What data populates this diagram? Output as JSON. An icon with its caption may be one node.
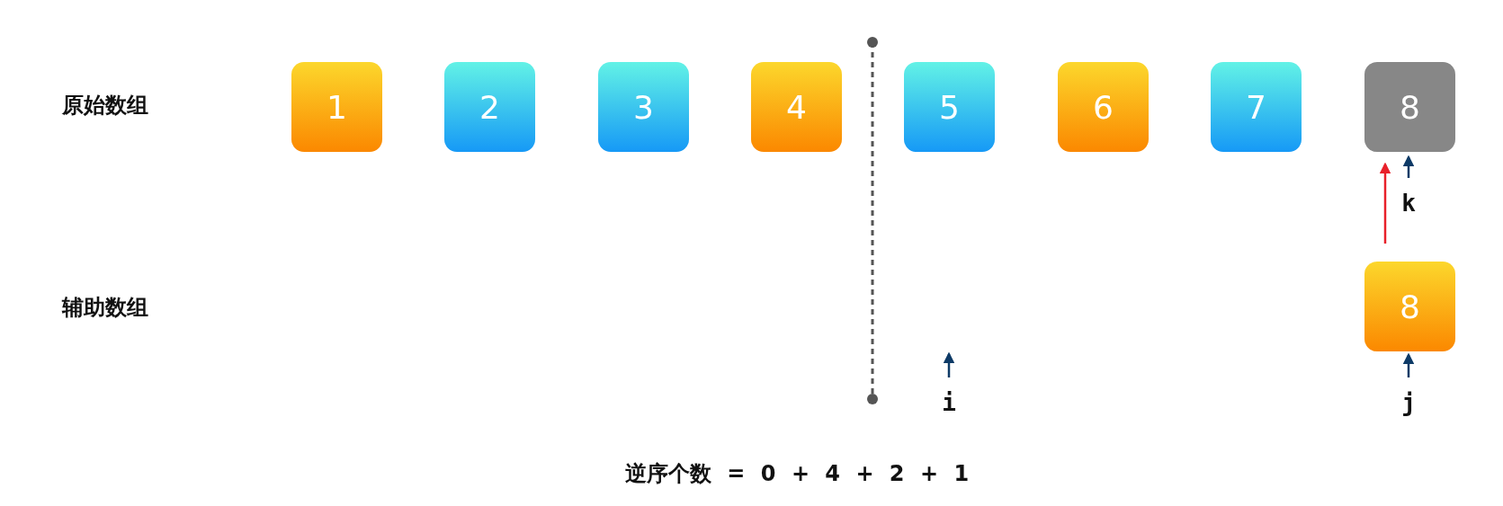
{
  "diagram": {
    "nodes": [
      {
        "text": [
          "1"
        ]
      },
      {
        "text": [
          "2"
        ]
      },
      {
        "text": [
          "3"
        ]
      },
      {
        "text": [
          "4"
        ]
      },
      {
        "text": [
          "5"
        ]
      },
      {
        "text": [
          "6"
        ]
      },
      {
        "text": [
          "7"
        ]
      },
      {
        "text": [
          "8"
        ]
      },
      {
        "text": [
          "8"
        ]
      },
      {
        "text": [
          "k"
        ]
      },
      {
        "text": [
          "i"
        ]
      },
      {
        "text": [
          "j"
        ]
      }
    ],
    "edges": [
      {
        "from": 8,
        "to": 7,
        "arrow": "to",
        "color": "#e8202a"
      },
      {
        "from": 9,
        "to": 7,
        "arrow": "to"
      },
      {
        "from": 10,
        "to": null,
        "arrow": "to"
      },
      {
        "from": 11,
        "to": 8,
        "arrow": "to"
      }
    ],
    "labels": [
      "原始数组",
      "辅助数组",
      "逆序个数 = 0 + 4 + 2 + 1"
    ]
  }
}
